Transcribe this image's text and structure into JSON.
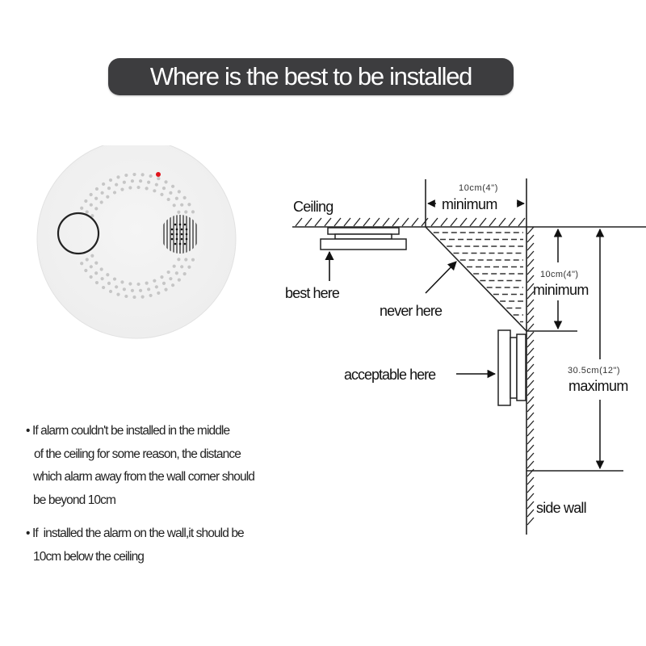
{
  "header": {
    "title": "Where is the best to be installed"
  },
  "detector_image": {
    "description": "white round smoke alarm top view",
    "indicator_color": "#e0141b",
    "body_color": "#f2f2f2"
  },
  "diagram": {
    "ceiling_label": "Ceiling",
    "best_label": "best here",
    "never_label": "never here",
    "acceptable_label": "acceptable here",
    "side_wall_label": "side wall",
    "top_dimension": {
      "value": "10cm(4\")",
      "label": "minimum"
    },
    "wall_min_dimension": {
      "value": "10cm(4\")",
      "label": "minimum"
    },
    "wall_max_dimension": {
      "value": "30.5cm(12\")",
      "label": "maximum"
    }
  },
  "notes": {
    "bullet_symbol": "•",
    "items": [
      {
        "lines": [
          "If alarm couldn't be installed in the middle",
          "of the ceiling for some reason, the distance",
          "which alarm away from the wall corner should",
          "be beyond 10cm"
        ]
      },
      {
        "lines": [
          "If  installed the alarm on the wall,it should be",
          "10cm below the ceiling"
        ]
      }
    ]
  }
}
